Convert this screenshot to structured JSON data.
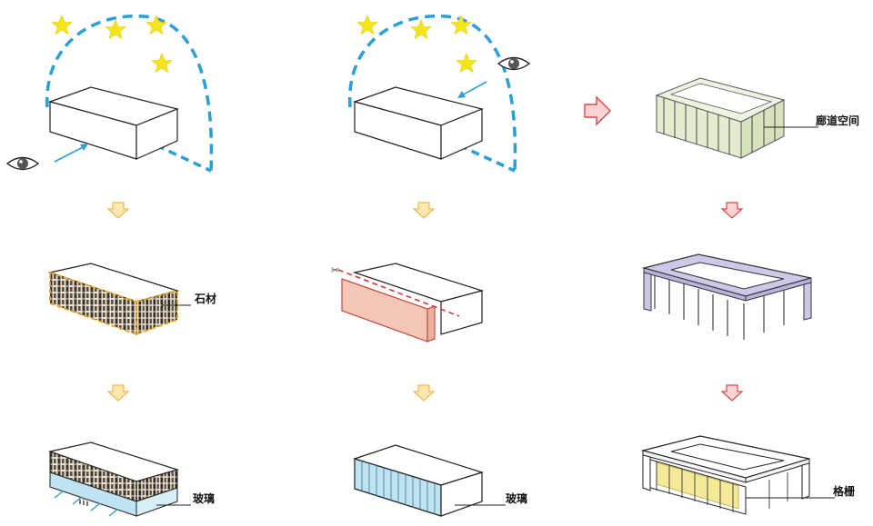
{
  "labels": {
    "stone": "石材",
    "glass_left": "玻璃",
    "glass_mid": "玻璃",
    "corridor": "廊道空间",
    "grille": "格栅"
  },
  "icons": [
    "star-icon",
    "eye-icon",
    "arrow-down-icon",
    "arrow-right-icon",
    "scissors-icon",
    "people-icon"
  ],
  "colors": {
    "dashed_arc": "#2a9fd8",
    "star": "#f5e51c",
    "yellow_arrow": "#f7cf63",
    "red_arrow": "#e05555",
    "stone_outline": "#f2a516",
    "pink_panel": "#f3c6b8",
    "glass_blue": "#bfe3f3",
    "corridor_green": "#dfe9c8",
    "roof_purple": "#cdc8e8",
    "grille_yellow": "#f5ea9a"
  }
}
